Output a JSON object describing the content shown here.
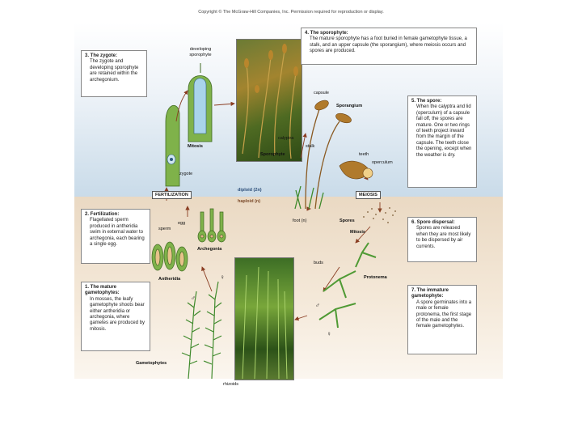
{
  "copyright": "Copyright © The McGraw-Hill Companies, Inc. Permission required for reproduction or display.",
  "boxes": {
    "zygote": {
      "title": "3. The zygote:",
      "body": "The zygote and developing sporophyte are retained within the archegonium."
    },
    "sporophyte": {
      "title": "4. The sporophyte:",
      "body": "The mature sporophyte has a foot buried in female gametophyte tissue, a stalk, and an upper capsule (the sporangium), where meiosis occurs and spores are produced."
    },
    "spore": {
      "title": "5. The spore:",
      "body": "When the calyptra and lid (operculum) of a capsule fall off, the spores are mature. One or two rings of teeth project inward from the margin of the capsule. The teeth close the opening, except when the weather is dry."
    },
    "fertilization": {
      "title": "2. Fertilization:",
      "body": "Flagellated sperm produced in antheridia swim in external water to archegonia, each bearing a single egg."
    },
    "dispersal": {
      "title": "6. Spore dispersal:",
      "body": "Spores are released when they are most likely to be dispersed by air currents."
    },
    "mature": {
      "title": "1. The mature gametophytes:",
      "body": "In mosses, the leafy gametophyte shoots bear either antheridia or archegonia, where gametes are produced by mitosis."
    },
    "immature": {
      "title": "7. The immature gametophyte:",
      "body": "A spore germinates into a male or female protonema, the first stage of the male and the female gametophytes."
    }
  },
  "labels": {
    "developing_sporophyte": "developing sporophyte",
    "mitosis1": "Mitosis",
    "zygote": "zygote",
    "calyptra": "calyptra",
    "sporophyte": "Sporophyte",
    "stalk": "stalk",
    "capsule": "capsule",
    "sporangium": "Sporangium",
    "teeth": "teeth",
    "operculum": "operculum",
    "diploid": "diploid (2n)",
    "haploid": "haploid (n)",
    "egg": "egg",
    "sperm": "sperm",
    "archegonia": "Archegonia",
    "antheridia": "Antheridia",
    "foot": "foot (n)",
    "spores": "Spores",
    "mitosis2": "Mitosis",
    "buds": "buds",
    "protonema": "Protonema",
    "female1": "♀",
    "male1": "♂",
    "male2": "♂",
    "female2": "♀",
    "gametophytes": "Gametophytes",
    "rhizoids": "rhizoids"
  },
  "tags": {
    "fertilization": "FERTILIZATION",
    "meiosis": "MEIOSIS"
  },
  "colors": {
    "diploid_band": "#c9dbe9",
    "haploid_band": "#ead9c3",
    "plant_green": "#3f8a2c",
    "capsule_brown": "#8a5a22",
    "arrow": "#8a3d22"
  }
}
